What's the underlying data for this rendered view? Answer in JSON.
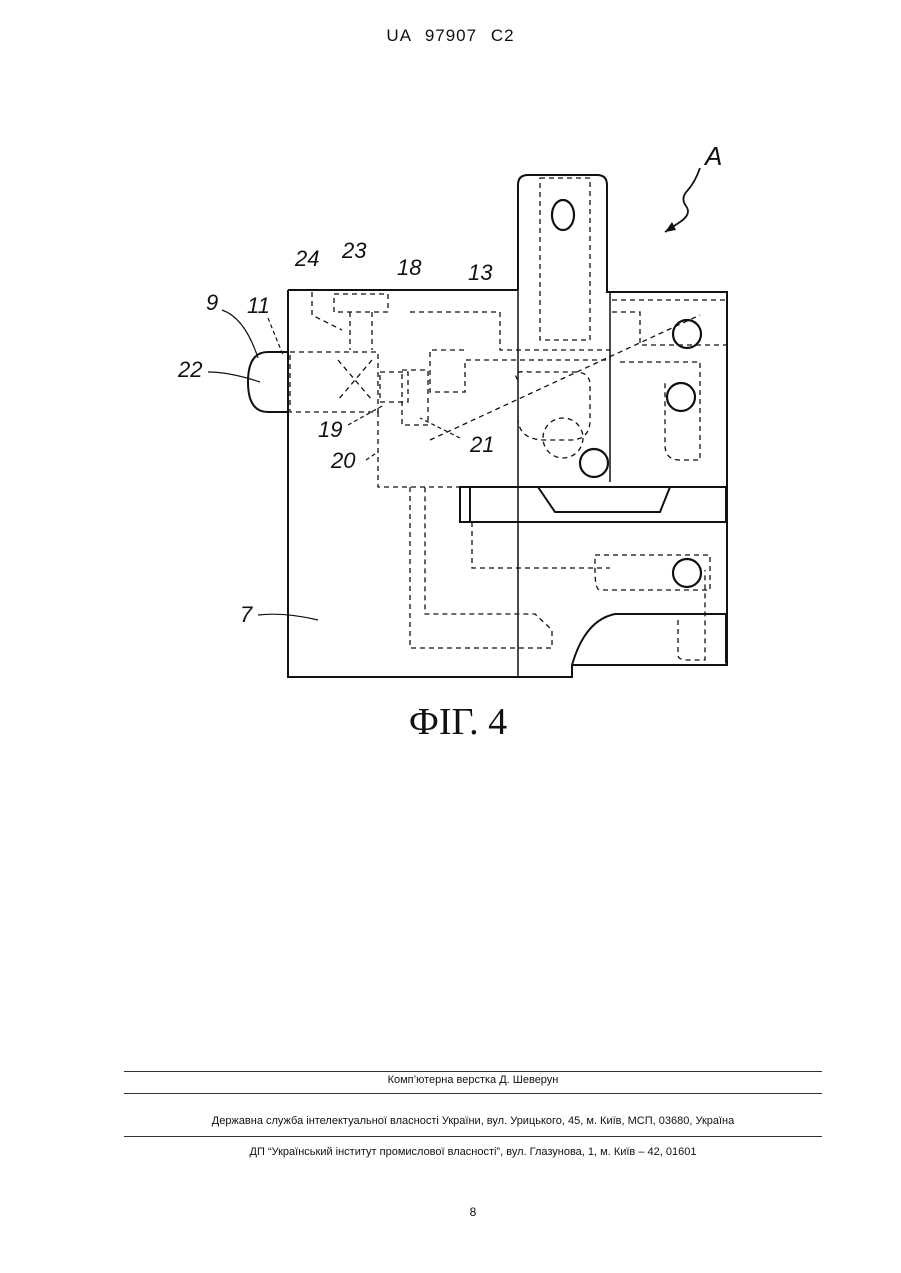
{
  "header": {
    "patent_number": "UA   97907   C2"
  },
  "figure": {
    "caption": "ФІГ. 4",
    "view_marker": "A",
    "reference_labels": {
      "l7": "7",
      "l9": "9",
      "l11": "11",
      "l13": "13",
      "l18": "18",
      "l19": "19",
      "l20": "20",
      "l21": "21",
      "l22": "22",
      "l23": "23",
      "l24": "24"
    }
  },
  "footer": {
    "typesetting": "Комп’ютерна верстка Д. Шеверун",
    "agency": "Державна служба інтелектуальної власності України, вул. Урицького, 45, м. Київ, МСП, 03680, Україна",
    "institute": "ДП “Український інститут промислової власності”, вул. Глазунова, 1, м. Київ – 42, 01601"
  },
  "page_number": "8",
  "colors": {
    "ink": "#111111",
    "rule": "#333333",
    "paper": "#ffffff"
  }
}
